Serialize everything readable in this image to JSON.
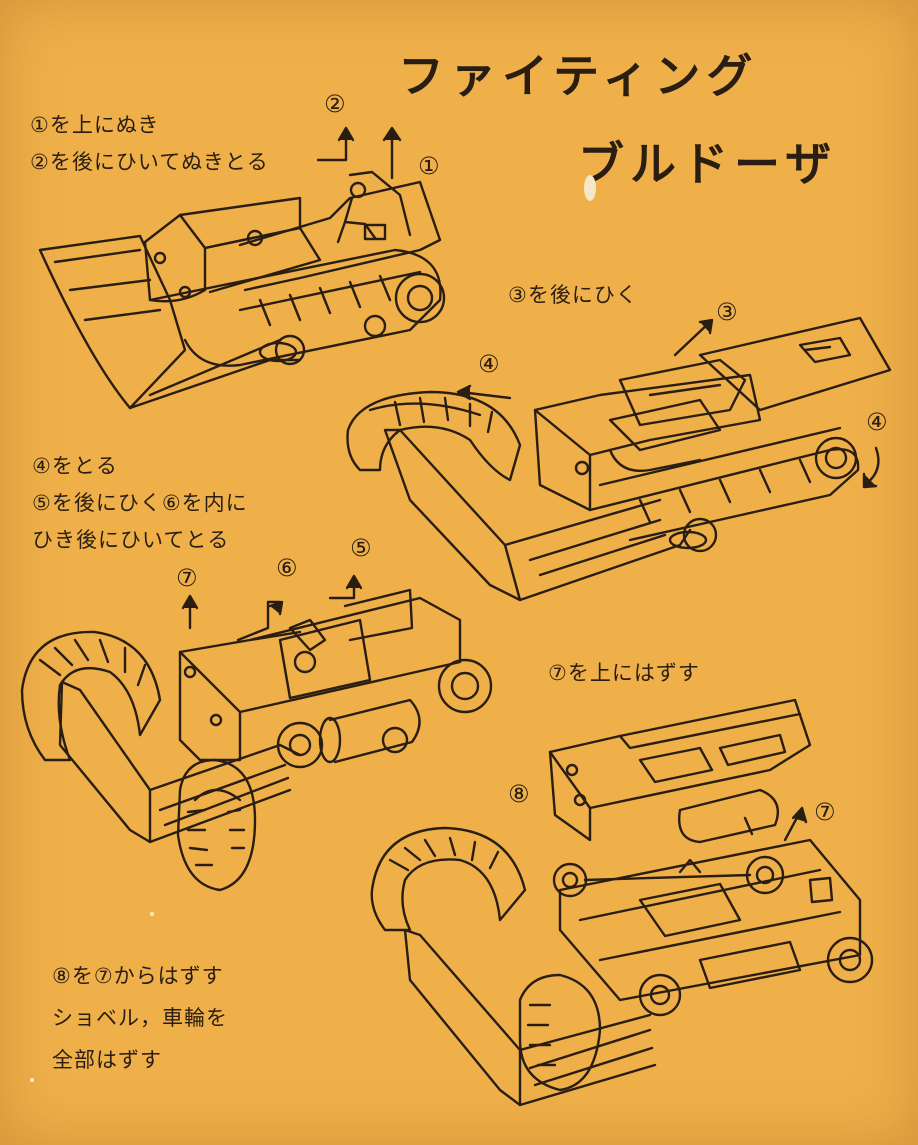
{
  "title": {
    "line1": "ファイティング",
    "line2": "ブルドーザ"
  },
  "step1": {
    "line1": "①を上にぬき",
    "line2": "②を後にひいてぬきとる"
  },
  "step2": {
    "line1": "③を後にひく"
  },
  "step3": {
    "line1": "④をとる",
    "line2": "⑤を後にひく⑥を内に",
    "line3": "ひき後にひいてとる"
  },
  "step4": {
    "line1": "⑦を上にはずす"
  },
  "step5": {
    "line1": "⑧を⑦からはずす",
    "line2": "ショベル，車輪を",
    "line3": "全部はずす"
  },
  "labels": {
    "c1": "①",
    "c2": "②",
    "c3": "③",
    "c4": "④",
    "c5": "⑤",
    "c6": "⑥",
    "c7": "⑦",
    "c8": "⑧"
  }
}
